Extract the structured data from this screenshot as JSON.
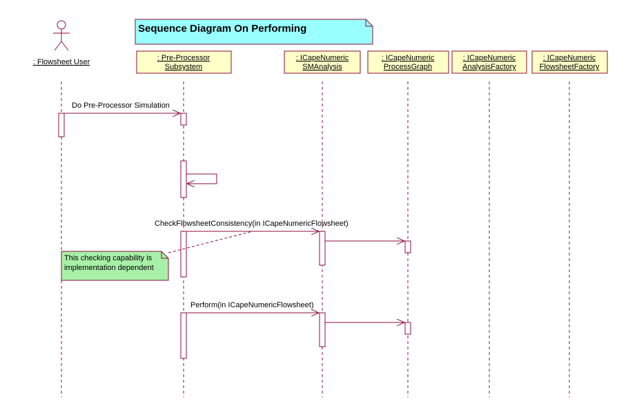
{
  "title": "Sequence Diagram On Performing",
  "actor": {
    "name": ": Flowsheet User"
  },
  "objects": [
    {
      "line1": ": Pre-Processor",
      "line2": "Subsystem"
    },
    {
      "line1": ": ICapeNumeric",
      "line2": "SMAnalysis"
    },
    {
      "line1": ": ICapeNumeric",
      "line2": "ProcessGraph"
    },
    {
      "line1": ": ICapeNumeric",
      "line2": "AnalysisFactory"
    },
    {
      "line1": ": ICapeNumeric",
      "line2": "FlowsheetFactory"
    }
  ],
  "messages": {
    "m1": "Do Pre-Processor Simulation",
    "m2": "CheckFlowsheetConsistency(in ICapeNumericFlowsheet)",
    "m3": "Perform(in ICapeNumericFlowsheet)"
  },
  "note": {
    "line1": "This checking capability is",
    "line2": "implementation dependent"
  },
  "colors": {
    "line": "#8b0f3a",
    "object_fill": "#ffffc8",
    "title_fill": "#99ffff",
    "note_fill": "#a8f0a8"
  }
}
